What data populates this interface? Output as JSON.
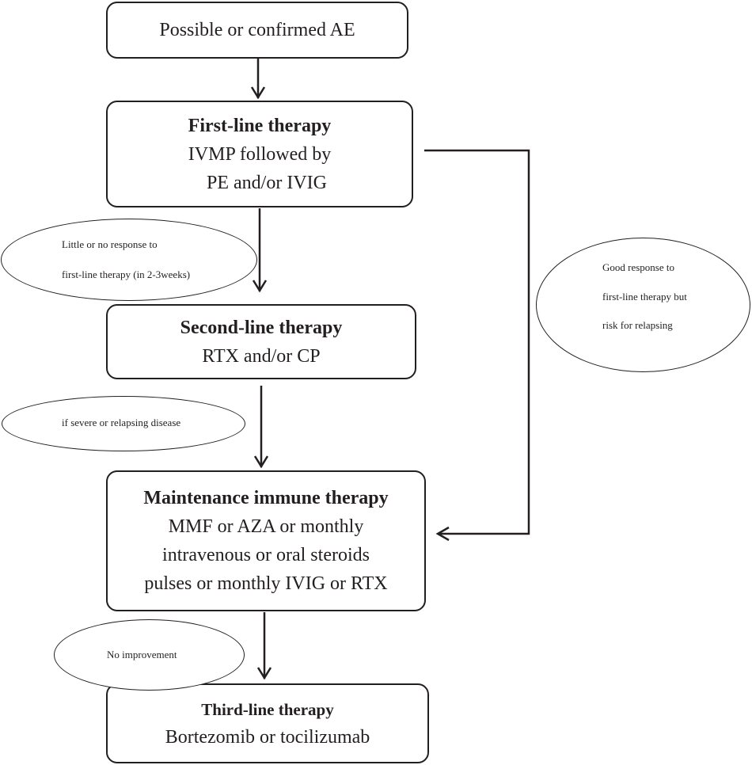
{
  "boxes": {
    "start": {
      "lines": [
        "Possible or confirmed AE"
      ]
    },
    "first_line": {
      "title": "First-line therapy",
      "lines": [
        "IVMP followed by",
        "PE and/or IVIG"
      ]
    },
    "second_line": {
      "title": "Second-line therapy",
      "lines": [
        "RTX and/or CP"
      ]
    },
    "maintenance": {
      "title": "Maintenance immune therapy",
      "lines": [
        "MMF or AZA or monthly",
        "intravenous or oral steroids",
        "pulses or monthly IVIG or RTX"
      ]
    },
    "third_line": {
      "title": "Third-line therapy",
      "lines": [
        "Bortezomib or tocilizumab"
      ]
    }
  },
  "conditions": {
    "little_response": {
      "lines": [
        "Little or no response to",
        "first-line therapy (in 2-3weeks)"
      ]
    },
    "good_response": {
      "lines": [
        "Good response to",
        "first-line therapy but",
        "risk for relapsing"
      ]
    },
    "severe": {
      "lines": [
        "if severe or relapsing disease"
      ]
    },
    "no_improvement": {
      "lines": [
        "No improvement"
      ]
    }
  },
  "colors": {
    "stroke": "#231f20",
    "background": "#ffffff"
  }
}
